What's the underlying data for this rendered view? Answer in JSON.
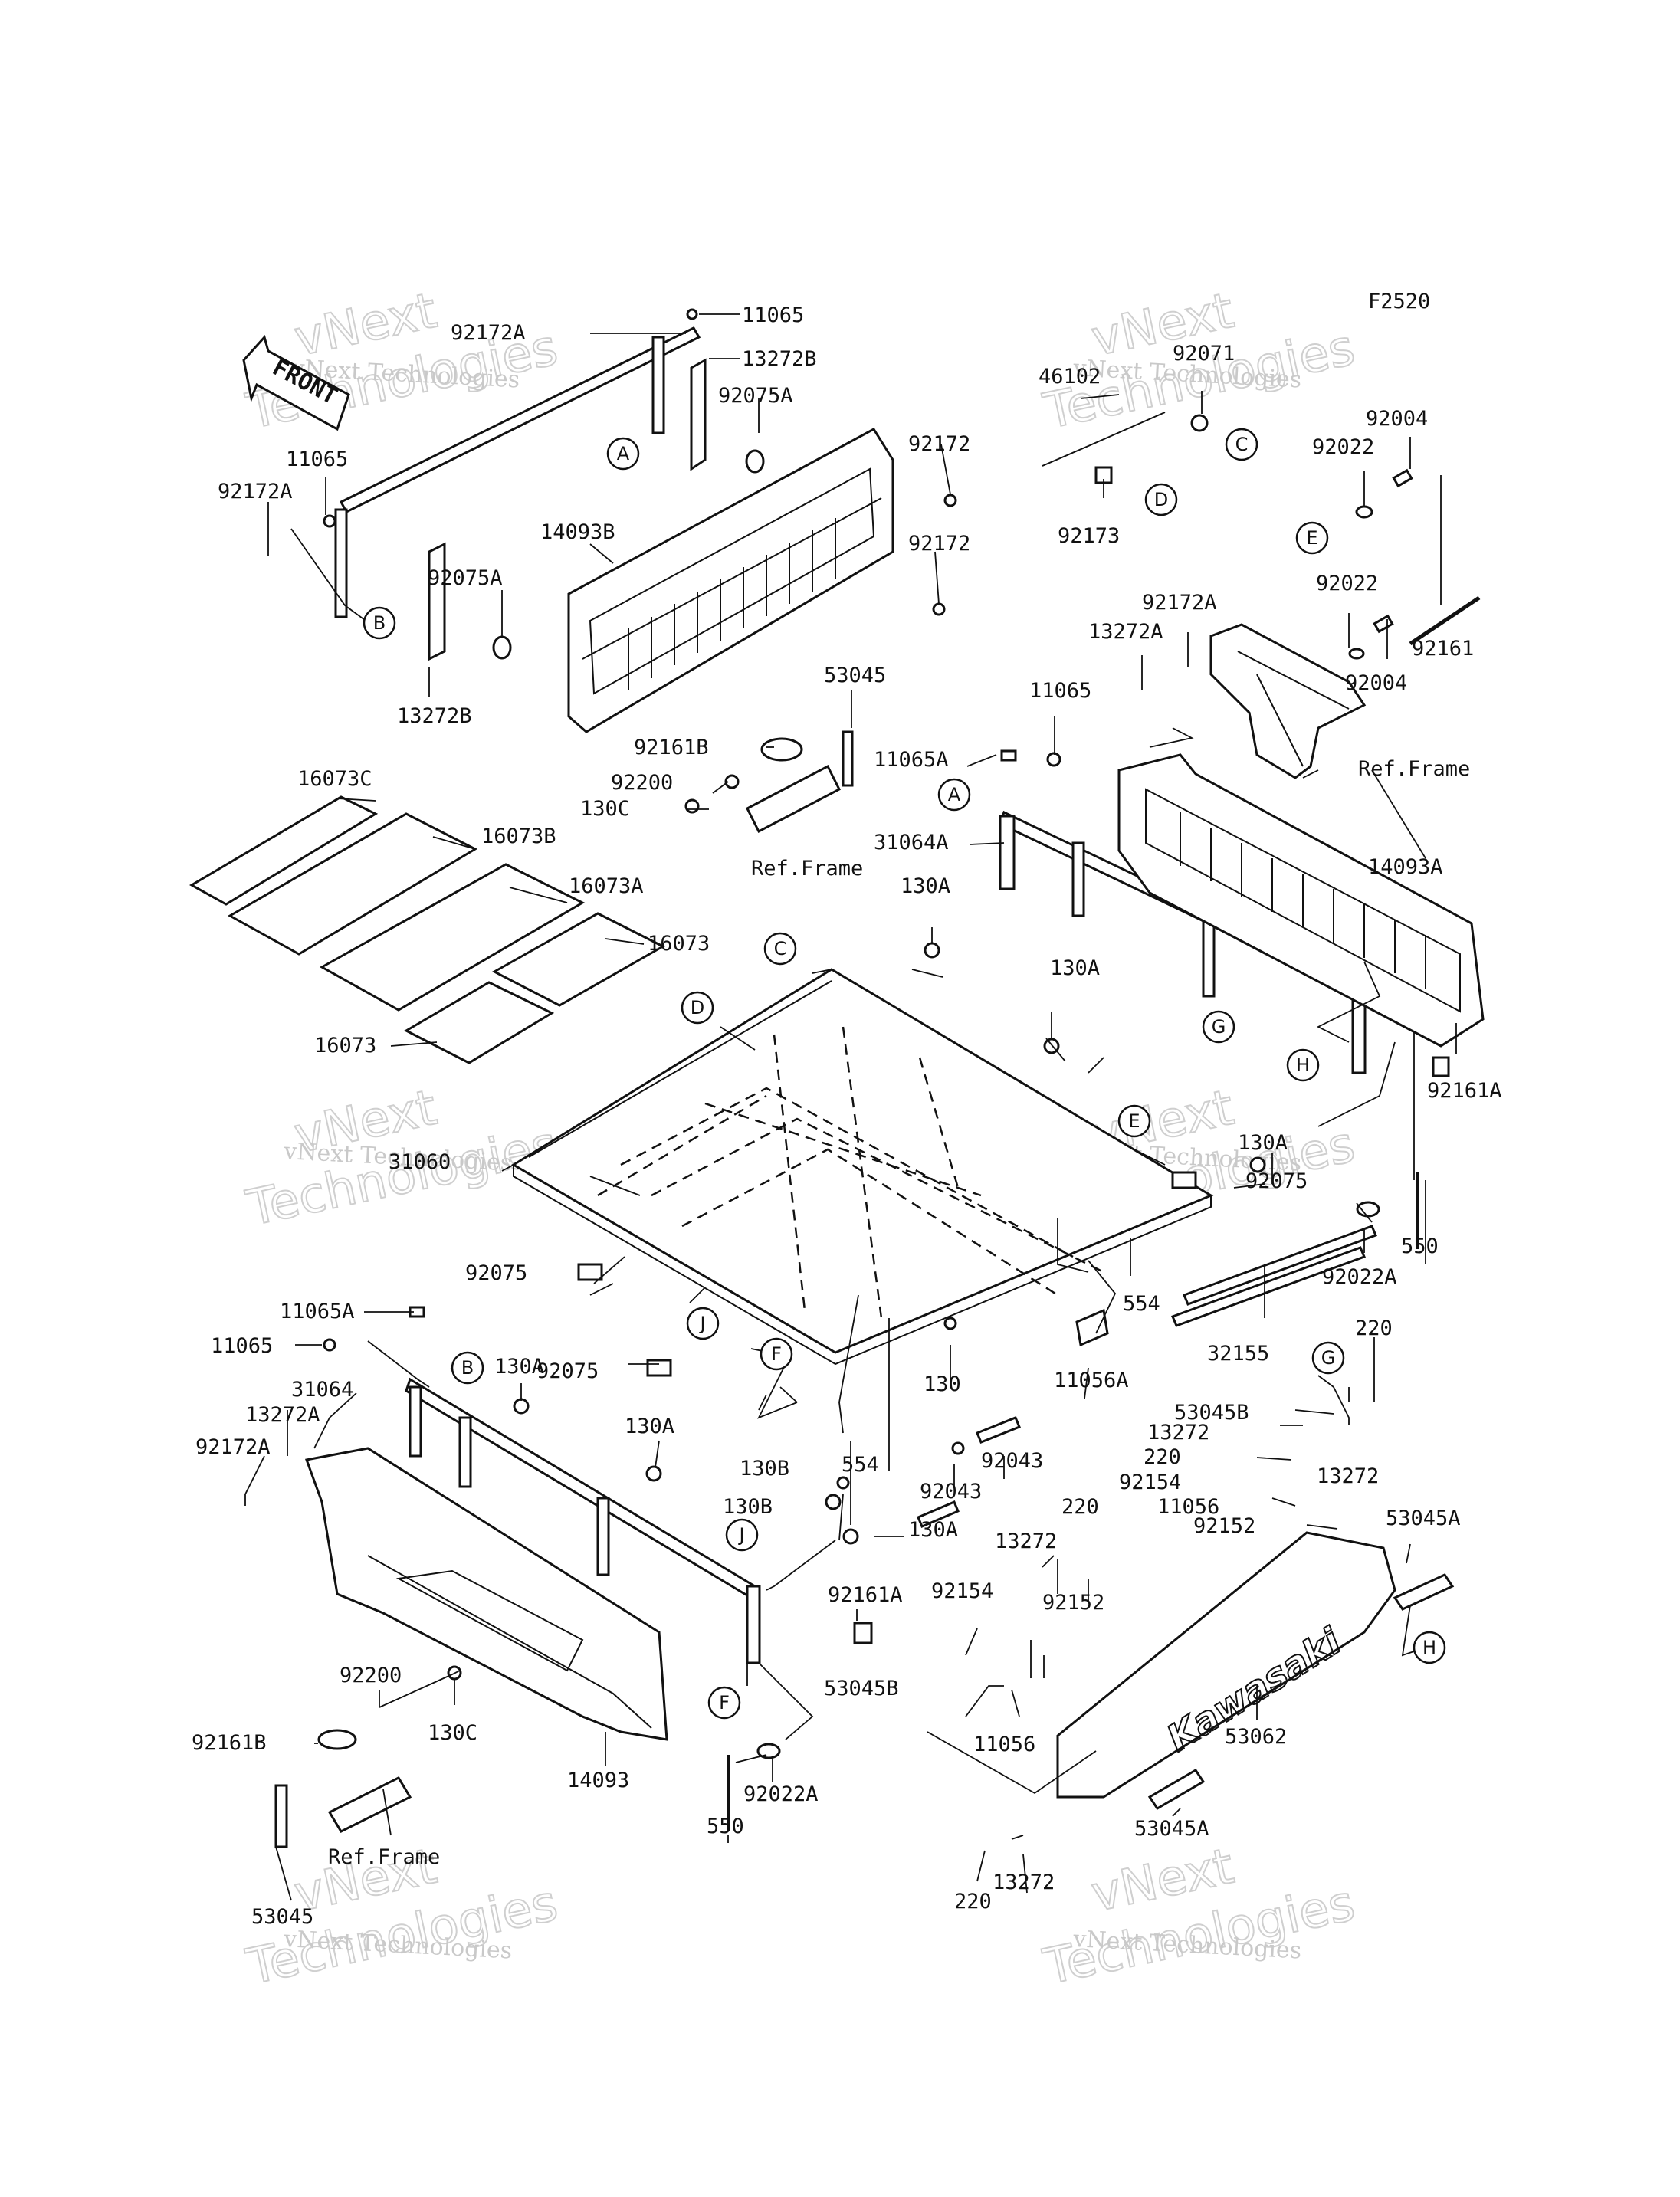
{
  "figure_code": "F2520",
  "front_arrow": "FRONT",
  "watermark": {
    "line1": "vNext Technologies",
    "line2": "vNext",
    "line3": "Technologies"
  },
  "ref_frame": "Ref.Frame",
  "circle_letters": [
    "A",
    "B",
    "C",
    "D",
    "E",
    "F",
    "G",
    "H",
    "J"
  ],
  "labels": [
    "92172A",
    "11065",
    "13272B",
    "92075A",
    "92172",
    "14093B",
    "92172",
    "11065",
    "92172A",
    "92075A",
    "13272B",
    "53045",
    "92161B",
    "92200",
    "130C",
    "16073C",
    "16073B",
    "16073A",
    "16073",
    "16073",
    "46102",
    "92071",
    "92173",
    "92004",
    "92022",
    "92022",
    "92004",
    "92161",
    "13272A",
    "92172A",
    "11065",
    "11065A",
    "31064A",
    "14093A",
    "130A",
    "130A",
    "92161A",
    "130A",
    "92075",
    "31060",
    "92075",
    "92075",
    "11065A",
    "11065",
    "130A",
    "31064",
    "13272A",
    "92172A",
    "130A",
    "130B",
    "554",
    "130B",
    "130",
    "92043",
    "92043",
    "11056A",
    "554",
    "32155",
    "550",
    "92022A",
    "130A",
    "92161A",
    "550",
    "92022A",
    "14093",
    "92200",
    "92161B",
    "130C",
    "53045",
    "220",
    "53045B",
    "13272",
    "220",
    "13272",
    "92154",
    "11056",
    "92152",
    "53045A",
    "220",
    "13272",
    "92154",
    "92152",
    "53045B",
    "11056",
    "53062",
    "53045A",
    "220",
    "13272"
  ]
}
